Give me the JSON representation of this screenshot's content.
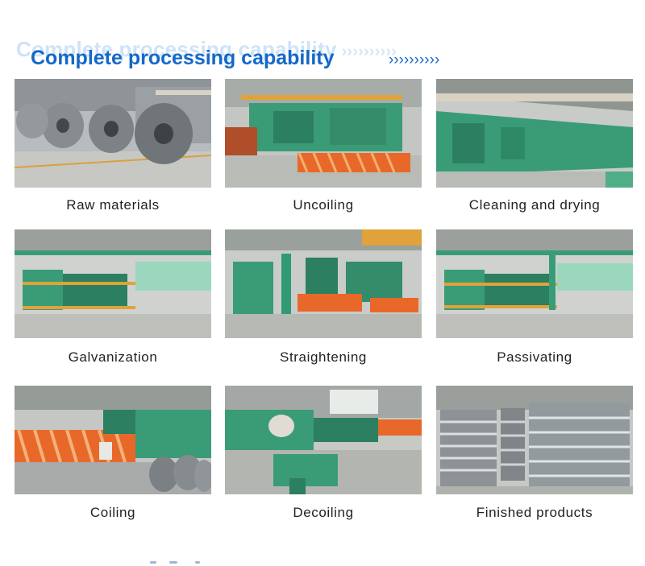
{
  "header": {
    "ghost_title": "Complete processing capability",
    "ghost_arrows": "››››››››››",
    "title": "Complete processing capability",
    "arrows": "››››››››››"
  },
  "steps": [
    {
      "label": "Raw materials"
    },
    {
      "label": "Uncoiling"
    },
    {
      "label": "Cleaning and drying"
    },
    {
      "label": "Galvanization"
    },
    {
      "label": "Straightening"
    },
    {
      "label": "Passivating"
    },
    {
      "label": "Coiling"
    },
    {
      "label": "Decoiling"
    },
    {
      "label": "Finished products"
    }
  ],
  "colors": {
    "accent": "#1468c8",
    "machine_green": "#2f9a74",
    "safety_orange": "#e8682a",
    "steel_gray": "#a7adb3"
  }
}
